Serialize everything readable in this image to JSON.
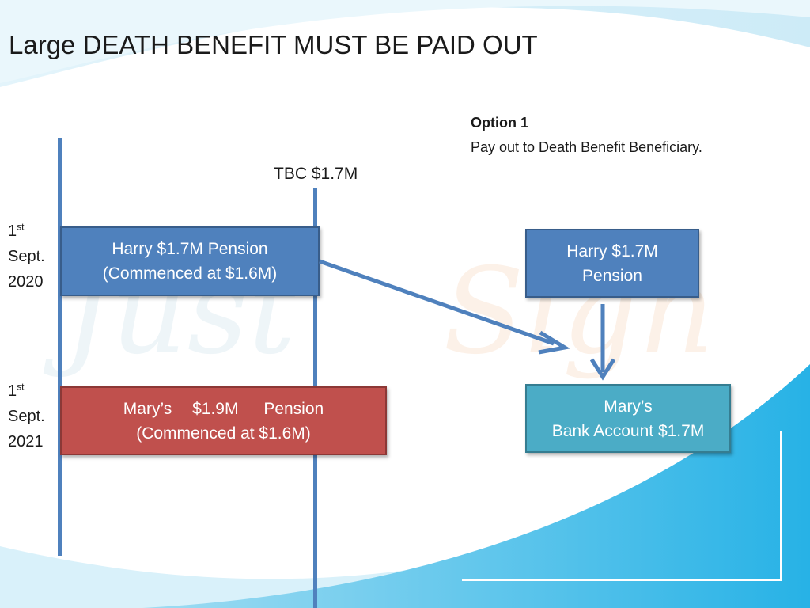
{
  "title": "Large DEATH BENEFIT MUST BE PAID OUT",
  "option": {
    "heading": "Option 1",
    "description": "Pay out to Death Benefit Beneficiary."
  },
  "tbc_label": "TBC $1.7M",
  "dates": [
    {
      "day": "1",
      "suffix": "st",
      "month": "Sept.",
      "year": "2020"
    },
    {
      "day": "1",
      "suffix": "st",
      "month": "Sept.",
      "year": "2021"
    }
  ],
  "boxes": {
    "harry_left": {
      "line1": "Harry $1.7M Pension",
      "line2": "(Commenced at $1.6M)"
    },
    "mary_left": {
      "line1_name": "Mary’s",
      "line1_amount": "$1.9M",
      "line1_type": "Pension",
      "line2": "(Commenced at $1.6M)"
    },
    "harry_right": {
      "line1": "Harry $1.7M",
      "line2": "Pension"
    },
    "mary_right": {
      "line1": "Mary’s",
      "line2": "Bank Account $1.7M"
    }
  },
  "colors": {
    "timeline": "#4f81bd",
    "harry_box": "#4f81bd",
    "mary_pension_box": "#c0504d",
    "bank_box": "#4bacc6",
    "arrow": "#4f81bd"
  },
  "watermark": "JustSign"
}
